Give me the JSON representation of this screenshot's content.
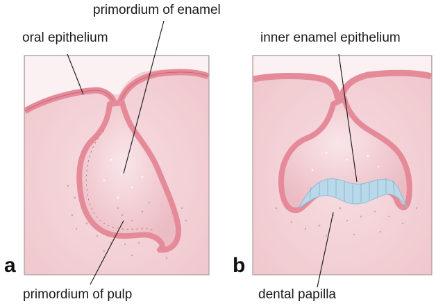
{
  "panels": [
    {
      "letter": "a",
      "labels": {
        "top_center": "primordium of enamel",
        "top_left": "oral epithelium",
        "bottom": "primordium of pulp"
      }
    },
    {
      "letter": "b",
      "labels": {
        "top": "inner enamel epithelium",
        "bottom": "dental papilla"
      }
    }
  ],
  "colors": {
    "tissue": "#f4d6da",
    "epithelium": "#e58a98",
    "enamel_organ": "#f0c7cd",
    "inner_epithelium": "#b9d9ea",
    "frame": "#9a8f91"
  }
}
